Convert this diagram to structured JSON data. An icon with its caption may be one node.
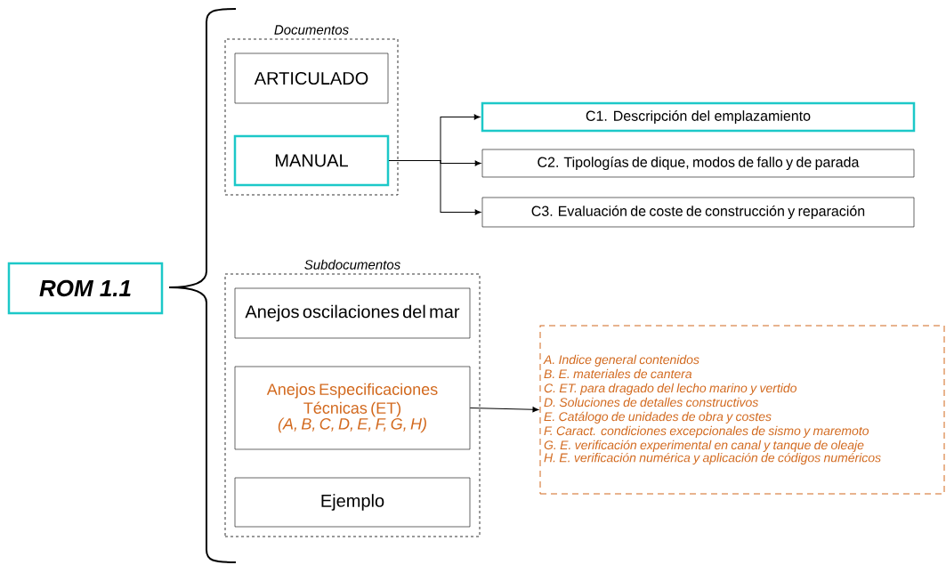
{
  "diagram": {
    "nodes": [
      {
        "text": [
          "ROM 1.1"
        ]
      },
      {
        "text": [
          "Documentos"
        ]
      },
      {
        "text": [
          "ARTICULADO"
        ],
        "in": 1
      },
      {
        "text": [
          "MANUAL"
        ],
        "in": 1
      },
      {
        "text": [
          "C1. Descripción del emplazamiento"
        ]
      },
      {
        "text": [
          "C2. Tipologías de dique, modos de fallo y de parada"
        ]
      },
      {
        "text": [
          "C3. Evaluación de coste de construcción y reparación"
        ]
      },
      {
        "text": [
          "Subdocumentos"
        ]
      },
      {
        "text": [
          "Anejos oscilaciones del mar"
        ],
        "in": 7
      },
      {
        "text": [
          "Anejos Especificaciones Técnicas (ET)",
          "(A, B, C, D, E, F, G, H)"
        ],
        "in": 7
      },
      {
        "text": [
          "Ejemplo"
        ],
        "in": 7
      },
      {
        "text": [
          "A. Indice general contenidos",
          "B. E. materiales de cantera",
          "C. ET. para dragado del lecho marino y vertido",
          "D. Soluciones de detalles constructivos",
          "E. Catálogo de unidades de obra y costes",
          "F. Caract. condiciones excepcionales de sismo y maremoto",
          "G. E. verificación experimental en canal y tanque de oleaje",
          "H. E. verificación numérica y aplicación de códigos numéricos"
        ]
      }
    ],
    "edges": [
      {
        "from": 3,
        "to": 4,
        "arrow": "to"
      },
      {
        "from": 3,
        "to": 5,
        "arrow": "to"
      },
      {
        "from": 3,
        "to": 6,
        "arrow": "to"
      },
      {
        "from": 9,
        "to": 11,
        "arrow": "to"
      }
    ]
  }
}
